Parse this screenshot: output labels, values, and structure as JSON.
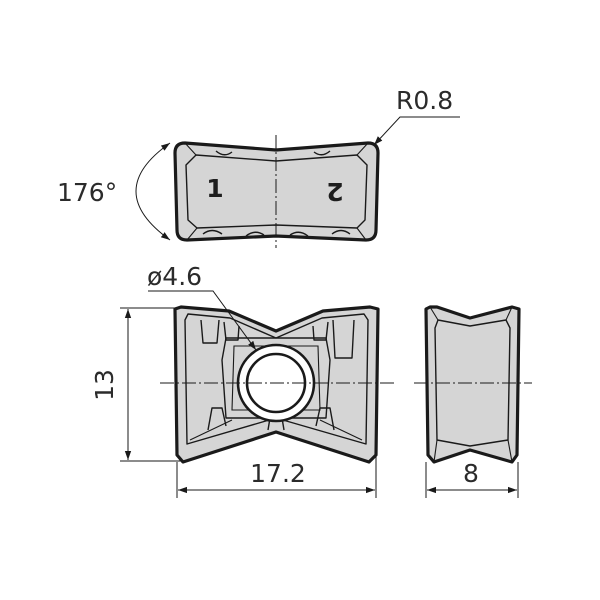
{
  "diagram": {
    "dimensions": {
      "corner_radius": "R0.8",
      "angle": "176°",
      "hole_diameter": "ø4.6",
      "height": "13",
      "length": "17.2",
      "thickness": "8"
    },
    "edge_marks": {
      "left": "1",
      "right": "2"
    },
    "colors": {
      "insert_fill": "#d5d5d5",
      "line": "#1a1a1a",
      "text": "#2b2b2b"
    }
  }
}
